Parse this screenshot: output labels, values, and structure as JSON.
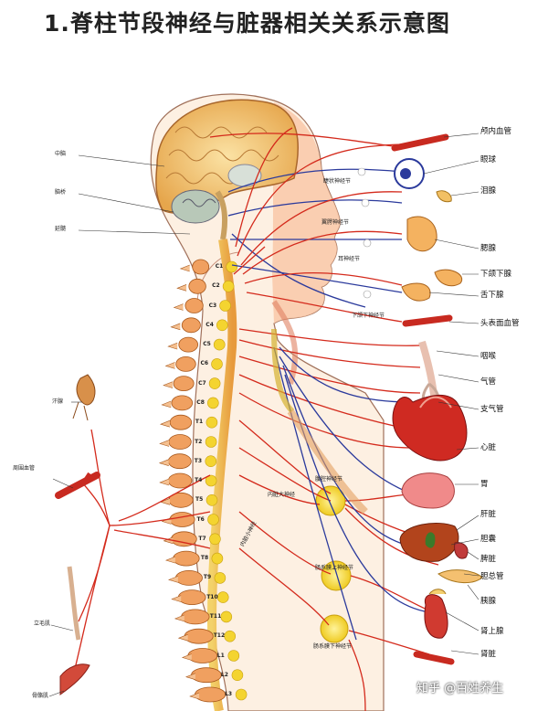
{
  "title": "1.脊柱节段神经与脏器相关关系示意图",
  "labels_left": {
    "head_1": "中脑",
    "head_2": "脑桥",
    "head_3": "延髓",
    "sweat_gland": "汗腺",
    "peripheral_vessel": "周围血管",
    "hair_erector": "立毛肌",
    "skeletal_muscle": "骨骼肌"
  },
  "labels_right": [
    "颅内血管",
    "眼球",
    "泪腺",
    "腮腺",
    "下颌下腺",
    "舌下腺",
    "头表面血管",
    "咽喉",
    "气管",
    "支气管",
    "心脏",
    "胃",
    "肝脏",
    "胆囊",
    "脾脏",
    "胆总管",
    "胰腺",
    "肾上腺",
    "肾脏"
  ],
  "ganglia": {
    "ciliary": "睫状神经节",
    "pterygopalatine": "翼腭神经节",
    "otic": "耳神经节",
    "submandibular": "下颌下神经节",
    "celiac": "腹腔神经节",
    "superior_mesenteric": "肠系膜上神经节",
    "inferior_mesenteric": "肠系膜下神经节",
    "greater_splanchnic": "内脏大神经",
    "lesser_splanchnic": "内脏小神经"
  },
  "vertebrae": [
    "C1",
    "C2",
    "C3",
    "C4",
    "C5",
    "C6",
    "C7",
    "C8",
    "T1",
    "T2",
    "T3",
    "T4",
    "T5",
    "T6",
    "T7",
    "T8",
    "T9",
    "T10",
    "T11",
    "T12",
    "L1",
    "L2",
    "L3"
  ],
  "watermark": "知乎 @百姓养生",
  "colors": {
    "sympathetic": "#d42a1c",
    "parasympathetic": "#2b3a9c",
    "vertebra": "#f0a060",
    "ganglion": "#f4d430",
    "brain": "#f2c46c",
    "skin": "#f7c9a0",
    "organ": "#d8302a"
  }
}
